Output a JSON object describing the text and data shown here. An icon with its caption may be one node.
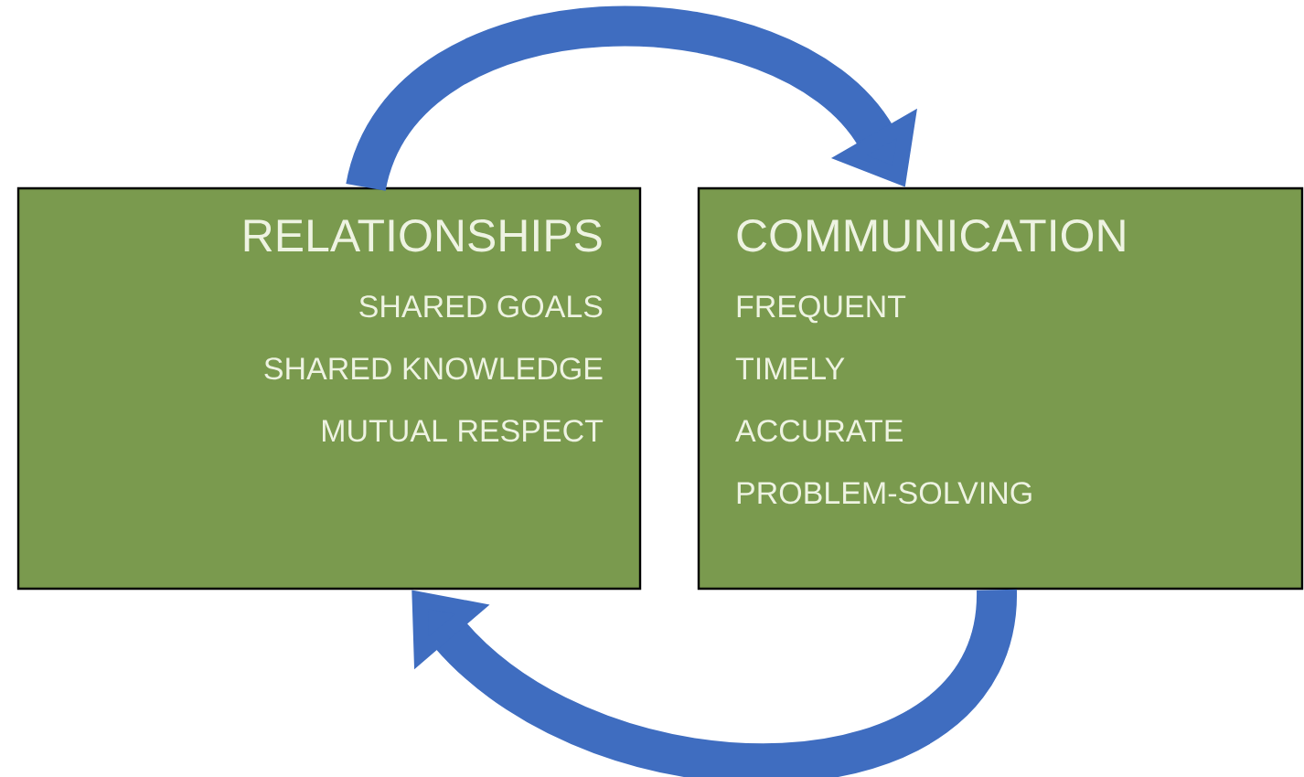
{
  "diagram": {
    "nodes": [
      {
        "text": [
          "RELATIONSHIPS",
          "SHARED GOALS",
          "SHARED KNOWLEDGE",
          "MUTUAL RESPECT"
        ]
      },
      {
        "text": [
          "COMMUNICATION",
          "FREQUENT",
          "TIMELY",
          "ACCURATE",
          "PROBLEM-SOLVING"
        ]
      }
    ],
    "edges": [
      {
        "from": 0,
        "to": 1,
        "arrow": "to"
      },
      {
        "from": 1,
        "to": 0,
        "arrow": "to"
      }
    ]
  }
}
